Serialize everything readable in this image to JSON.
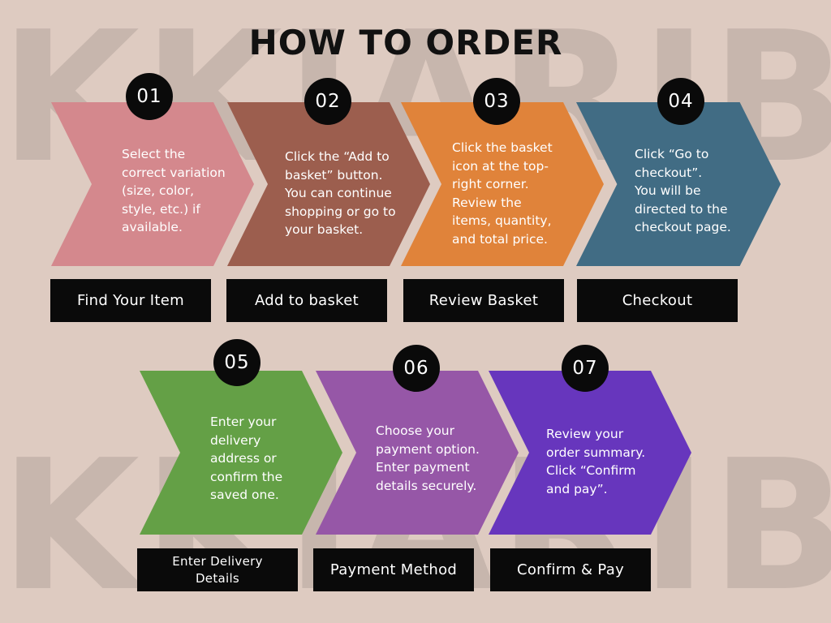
{
  "title": "HOW TO ORDER",
  "watermark": "KKIARIB",
  "steps": [
    {
      "number": "01",
      "text": "Select the\ncorrect variation\n(size, color,\nstyle, etc.) if\navailable.",
      "label": "Find Your Item",
      "color": "#d4888d"
    },
    {
      "number": "02",
      "text": "Click the “Add to\nbasket”  button.\nYou can continue\nshopping or go to\nyour basket.",
      "label": "Add to basket",
      "color": "#9c5e4e"
    },
    {
      "number": "03",
      "text": "Click the basket\nicon at the top-\nright corner.\nReview the\nitems, quantity,\nand total price.",
      "label": "Review Basket",
      "color": "#e0833a"
    },
    {
      "number": "04",
      "text": "Click “Go to\ncheckout”.\nYou will be\ndirected to the\ncheckout page.",
      "label": "Checkout",
      "color": "#416c84"
    },
    {
      "number": "05",
      "text": "Enter your\ndelivery\naddress or\nconfirm the\nsaved one.",
      "label": "Enter Delivery\nDetails",
      "color": "#64a046"
    },
    {
      "number": "06",
      "text": "Choose your\npayment option.\nEnter payment\ndetails securely.",
      "label": "Payment Method",
      "color": "#9657a7"
    },
    {
      "number": "07",
      "text": "Review your\norder summary.\nClick “Confirm\nand pay”.",
      "label": "Confirm & Pay",
      "color": "#6736bd"
    }
  ]
}
